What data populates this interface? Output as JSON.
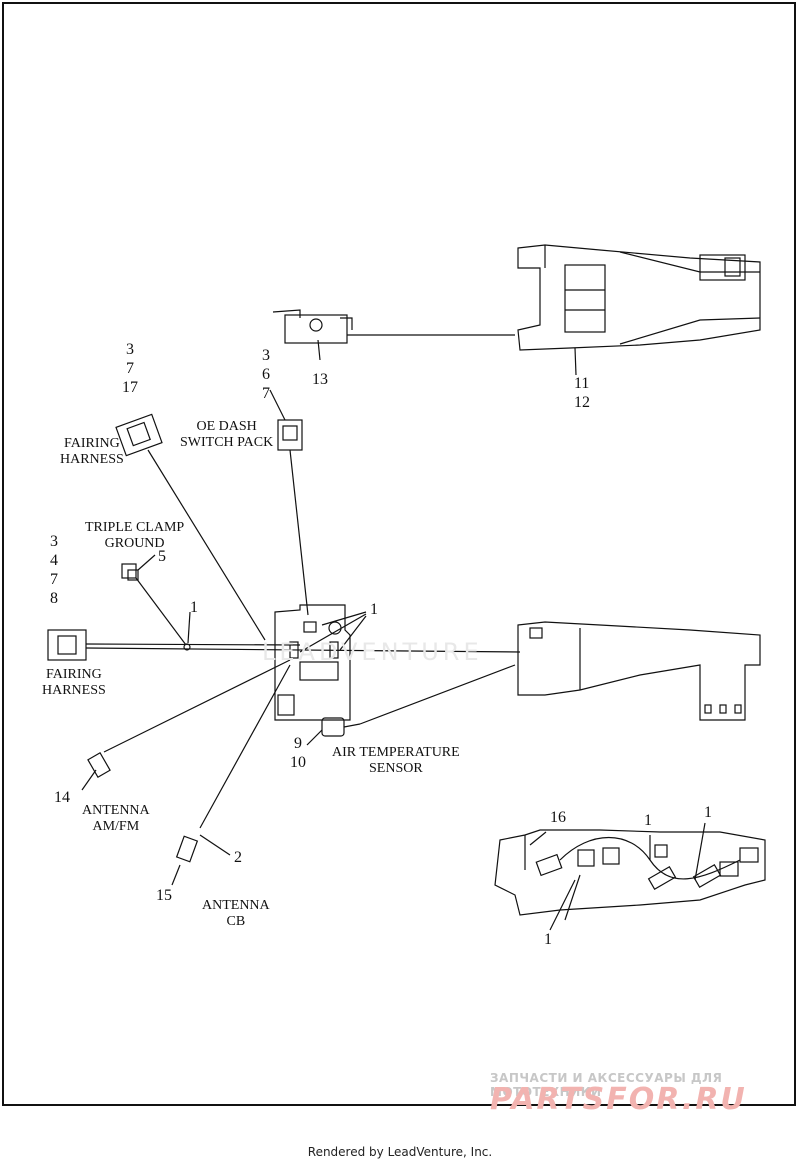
{
  "labels": {
    "fairing_harness_top": "FAIRING\nHARNESS",
    "oe_dash_switch_pack": "OE DASH\nSWITCH PACK",
    "triple_clamp_ground": "TRIPLE CLAMP\nGROUND",
    "fairing_harness_left": "FAIRING\nHARNESS",
    "air_temperature_sensor": "AIR TEMPERATURE\nSENSOR",
    "antenna_am_fm": "ANTENNA\nAM/FM",
    "antenna_cb": "ANTENNA\nCB"
  },
  "callouts": {
    "stack_fairing_top": [
      "3",
      "7",
      "17"
    ],
    "stack_dash": [
      "3",
      "6",
      "7"
    ],
    "stack_fairing_left": [
      "3",
      "4",
      "7",
      "8"
    ],
    "n13": "13",
    "n11": "11",
    "n12": "12",
    "n5": "5",
    "n1_ground": "1",
    "n1_bracket": "1",
    "n9": "9",
    "n10": "10",
    "n14": "14",
    "n2": "2",
    "n15": "15",
    "n16": "16",
    "n1_detail_a": "1",
    "n1_detail_b": "1",
    "n1_detail_c": "1"
  },
  "watermark": {
    "center": "LEADVENTURE",
    "ru_line": "ЗАПЧАСТИ И АКСЕССУАРЫ ДЛЯ МОТОТЕХНИКИ",
    "brand": "PARTSFOR.RU"
  },
  "footer": "Rendered by LeadVenture, Inc."
}
